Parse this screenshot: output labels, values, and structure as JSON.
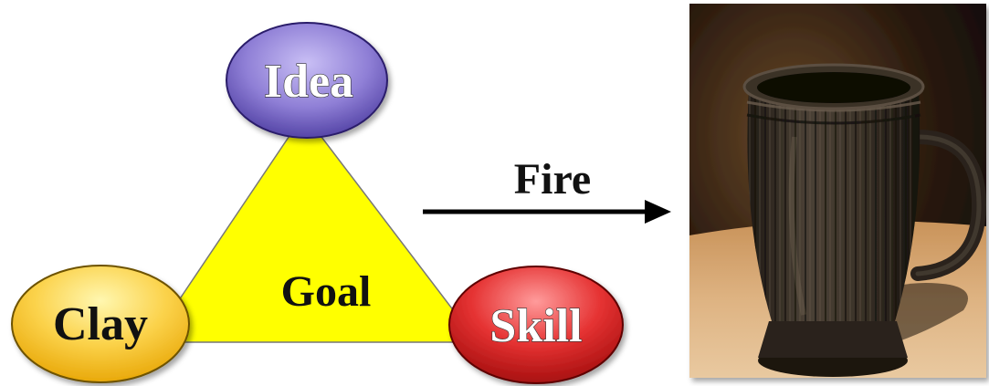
{
  "diagram": {
    "nodes": {
      "top": {
        "label": "Idea",
        "color": "#8f7fd6"
      },
      "left": {
        "label": "Clay",
        "color": "#f7c20a"
      },
      "right": {
        "label": "Skill",
        "color": "#e02424"
      }
    },
    "center_label": "Goal",
    "triangle_color": "#ffff00",
    "arrow_label": "Fire"
  },
  "photo": {
    "subject": "ancient dark clay mug with vertical ribbed texture and handle"
  }
}
